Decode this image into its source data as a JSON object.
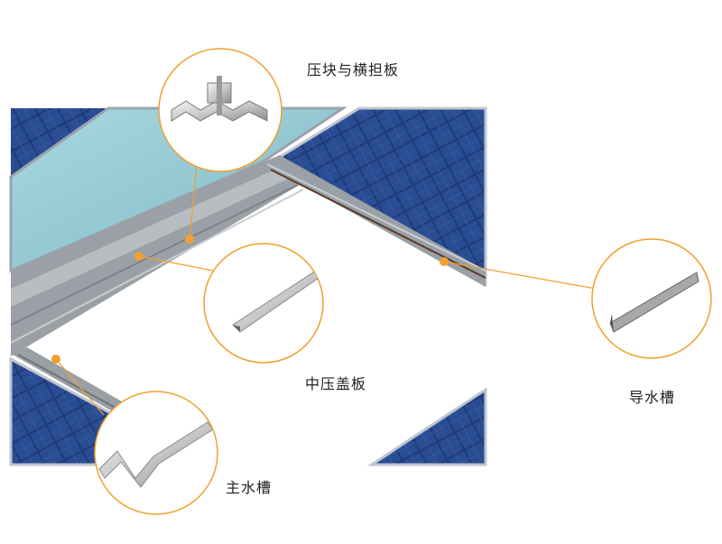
{
  "diagram": {
    "accent_color": "#f0a030",
    "callouts": [
      {
        "id": "clamp",
        "label": "压块与横担板",
        "icon": "clamp-bracket-icon"
      },
      {
        "id": "cover",
        "label": "中压盖板",
        "icon": "cover-strip-icon"
      },
      {
        "id": "gutter",
        "label": "导水槽",
        "icon": "channel-icon"
      },
      {
        "id": "main",
        "label": "主水槽",
        "icon": "w-trough-icon"
      }
    ]
  }
}
